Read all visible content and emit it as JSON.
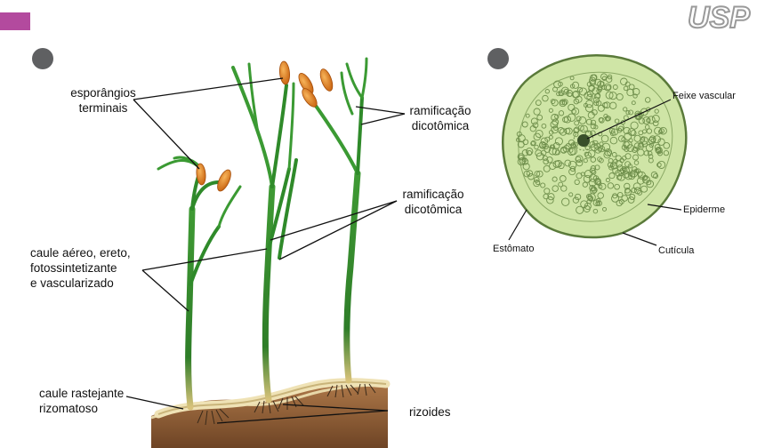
{
  "header": {
    "logo_text": "USP"
  },
  "panel_a": {
    "labels": {
      "sporangia": [
        "esporângios",
        "terminais"
      ],
      "branching_top": [
        "ramificação",
        "dicotômica"
      ],
      "branching_mid": [
        "ramificação",
        "dicotômica"
      ],
      "stem": [
        "caule aéreo, ereto,",
        "fotossintetizante",
        "e vascularizado"
      ],
      "rhizome": [
        "caule rastejante",
        "rizomatoso"
      ],
      "rhizoids": "rizoides"
    }
  },
  "panel_b": {
    "labels": {
      "vascular_bundle": "Feixe vascular",
      "epidermis": "Epiderme",
      "stomata": "Estômato",
      "cuticle": "Cutícula"
    }
  },
  "colors": {
    "accent_tab": "#b34a9e",
    "badge": "#5f6062",
    "stem_green": "#2f8a2a",
    "sporangium": "#e07a1c",
    "soil": "#8a5a33",
    "tissue": "#cfe5a6"
  }
}
